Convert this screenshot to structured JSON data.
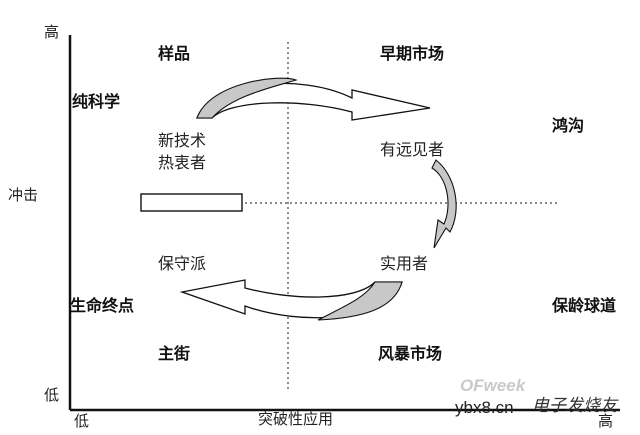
{
  "axes": {
    "y_high": "高",
    "y_low": "低",
    "y_title": "冲击",
    "x_low": "低",
    "x_high": "高",
    "x_title": "突破性应用"
  },
  "quadrants": {
    "top_left": "样品",
    "top_right": "早期市场",
    "bottom_left": "主街",
    "bottom_right": "风暴市场"
  },
  "left_stages": {
    "pure_science": "纯科学",
    "end_of_life": "生命终点"
  },
  "right_stages": {
    "chasm": "鸿沟",
    "bowling_alley": "保龄球道"
  },
  "adopters": {
    "innovators": "新技术\n热衷者",
    "visionaries": "有远见者",
    "pragmatists": "实用者",
    "conservatives": "保守派"
  },
  "watermark": {
    "site": "ybx8.cn",
    "logo_text": "OFweek",
    "brand": "电子发烧友"
  },
  "colors": {
    "arrow_fill": "#c8c8c8",
    "line": "#111111"
  }
}
